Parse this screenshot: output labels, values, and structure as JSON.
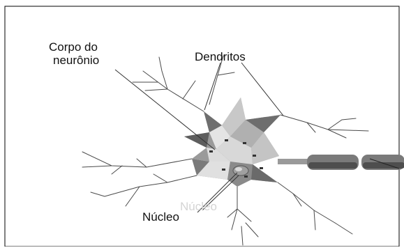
{
  "labels": {
    "cell_body": [
      "Corpo do",
      "neurônio"
    ],
    "dendrites": "Dendritos",
    "nucleus": "Núcleo",
    "nucleus_ghost": "Núcleo"
  },
  "colors": {
    "background": "#ffffff",
    "frame": "#000000",
    "soma_dark": "#6e6e6e",
    "soma_mid": "#9a9a9a",
    "soma_light": "#c8c8c8",
    "soma_highlight": "#e4e4e4",
    "axon": "#7a7a7a",
    "axon_shade": "#4e4e4e",
    "nucleus": "#a0a0a0",
    "ghost_text": "#d4d4d4"
  }
}
